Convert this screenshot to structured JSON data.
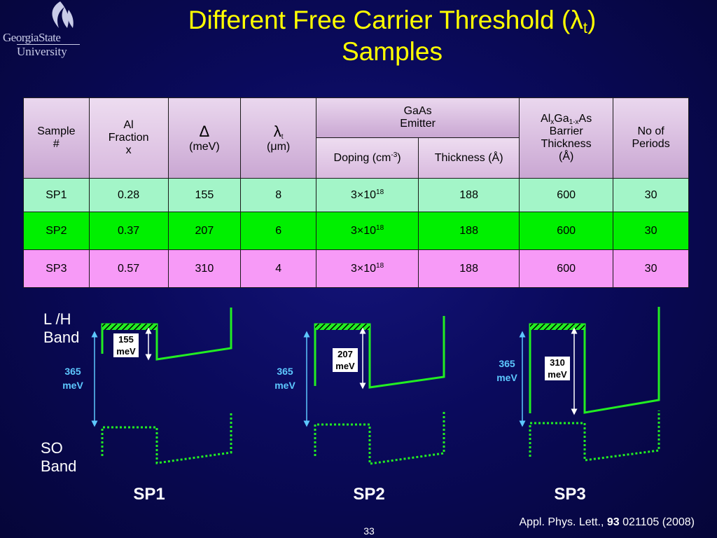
{
  "logo": {
    "line1": "GeorgiaState",
    "line2": "University"
  },
  "title": {
    "line1_pre": "Different Free Carrier Threshold (λ",
    "line1_sub": "t",
    "line1_post": ")",
    "line2": "Samples"
  },
  "table": {
    "headers": {
      "sample": [
        "Sample",
        "#"
      ],
      "al_fraction": [
        "Al",
        "Fraction",
        "x"
      ],
      "delta_symbol": "Δ",
      "delta_unit": "(meV)",
      "lambda_symbol": "λ",
      "lambda_sub": "t",
      "lambda_unit": "(μm)",
      "gaas": [
        "GaAs",
        "Emitter"
      ],
      "doping_pre": "Doping (cm",
      "doping_sup": "-3",
      "doping_post": ")",
      "thickness": "Thickness (Å)",
      "barrier_al": "Al",
      "barrier_x": "x",
      "barrier_ga": "Ga",
      "barrier_1x": "1-x",
      "barrier_as": "As",
      "barrier_rest": [
        "Barrier",
        "Thickness",
        "(Å)"
      ],
      "periods": [
        "No of",
        "Periods"
      ]
    },
    "rows": [
      {
        "sample": "SP1",
        "al": "0.28",
        "delta": "155",
        "lambda": "8",
        "doping_base": "3×10",
        "doping_exp": "18",
        "thickness": "188",
        "barrier": "600",
        "periods": "30"
      },
      {
        "sample": "SP2",
        "al": "0.37",
        "delta": "207",
        "lambda": "6",
        "doping_base": "3×10",
        "doping_exp": "18",
        "thickness": "188",
        "barrier": "600",
        "periods": "30"
      },
      {
        "sample": "SP3",
        "al": "0.57",
        "delta": "310",
        "lambda": "4",
        "doping_base": "3×10",
        "doping_exp": "18",
        "thickness": "188",
        "barrier": "600",
        "periods": "30"
      }
    ]
  },
  "diagram": {
    "lh_band": [
      "L /H",
      "Band"
    ],
    "so_band": [
      "SO",
      "Band"
    ],
    "panels": [
      {
        "name": "SP1",
        "split_value": "365",
        "split_unit": "meV",
        "delta_value": "155",
        "delta_unit": "meV"
      },
      {
        "name": "SP2",
        "split_value": "365",
        "split_unit": "meV",
        "delta_value": "207",
        "delta_unit": "meV"
      },
      {
        "name": "SP3",
        "split_value": "365",
        "split_unit": "meV",
        "delta_value": "310",
        "delta_unit": "meV"
      }
    ]
  },
  "colors": {
    "title": "#ffff00",
    "band_line": "#22ee22",
    "split_label": "#5dc8ff"
  },
  "citation": {
    "journal": "Appl. Phys. Lett., ",
    "volume": "93",
    "rest": " 021105 (2008)"
  },
  "page_number": "33"
}
